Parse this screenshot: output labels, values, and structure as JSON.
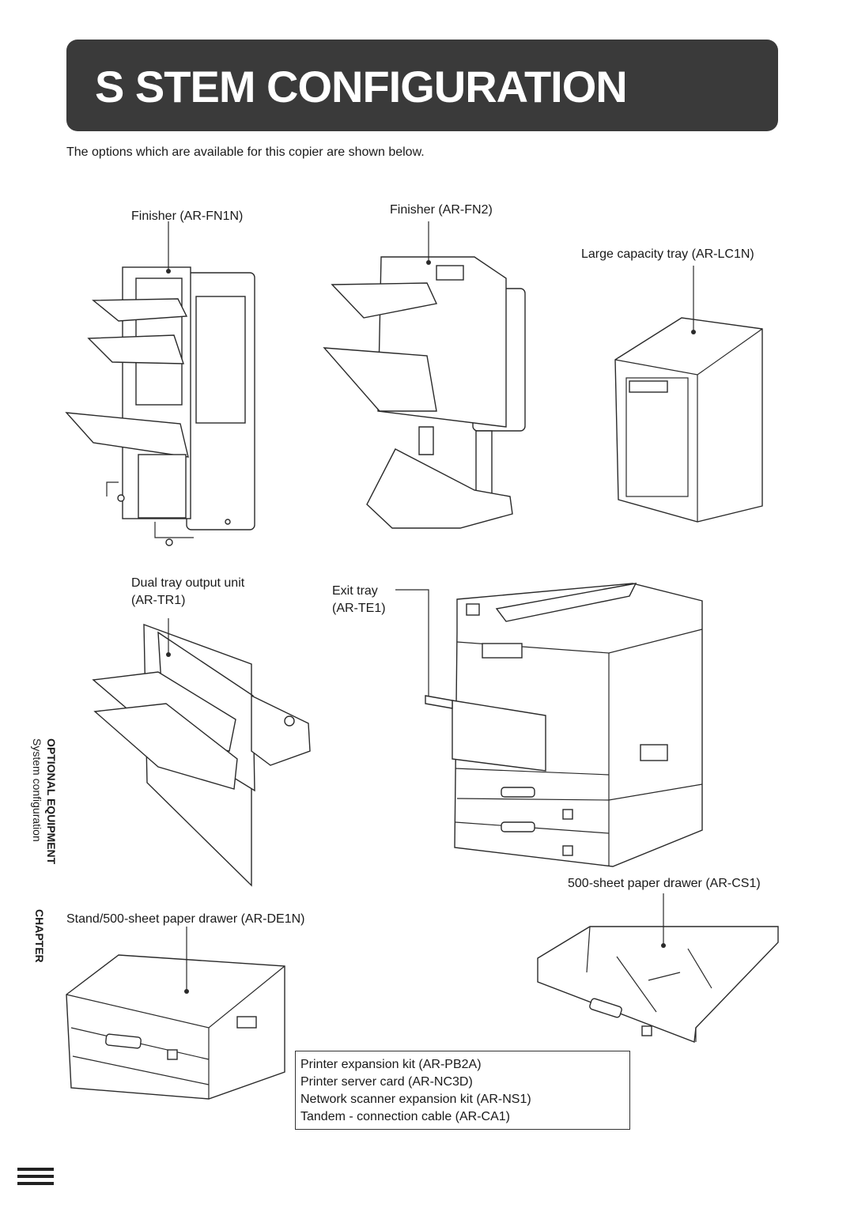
{
  "page": {
    "title": "S  STEM CONFIGURATION",
    "intro": "The options which are available for this copier are shown below."
  },
  "side_tab": {
    "section": "OPTIONAL EQUIPMENT",
    "subsection": "System configuration",
    "chapter": "CHAPTER"
  },
  "labels": {
    "finisher_fn1n": "Finisher (AR-FN1N)",
    "finisher_fn2": "Finisher (AR-FN2)",
    "large_capacity_tray": "Large capacity tray (AR-LC1N)",
    "dual_tray_line1": "Dual tray output unit",
    "dual_tray_line2": "(AR-TR1)",
    "exit_tray_line1": "Exit tray",
    "exit_tray_line2": "(AR-TE1)",
    "paper_drawer_cs1": "500-sheet paper drawer (AR-CS1)",
    "stand_drawer": "Stand/500-sheet paper drawer (AR-DE1N)"
  },
  "accessories": [
    "Printer expansion kit (AR-PB2A)",
    "Printer server card (AR-NC3D)",
    "Network scanner expansion kit (AR-NS1)",
    "Tandem - connection cable (AR-CA1)"
  ]
}
